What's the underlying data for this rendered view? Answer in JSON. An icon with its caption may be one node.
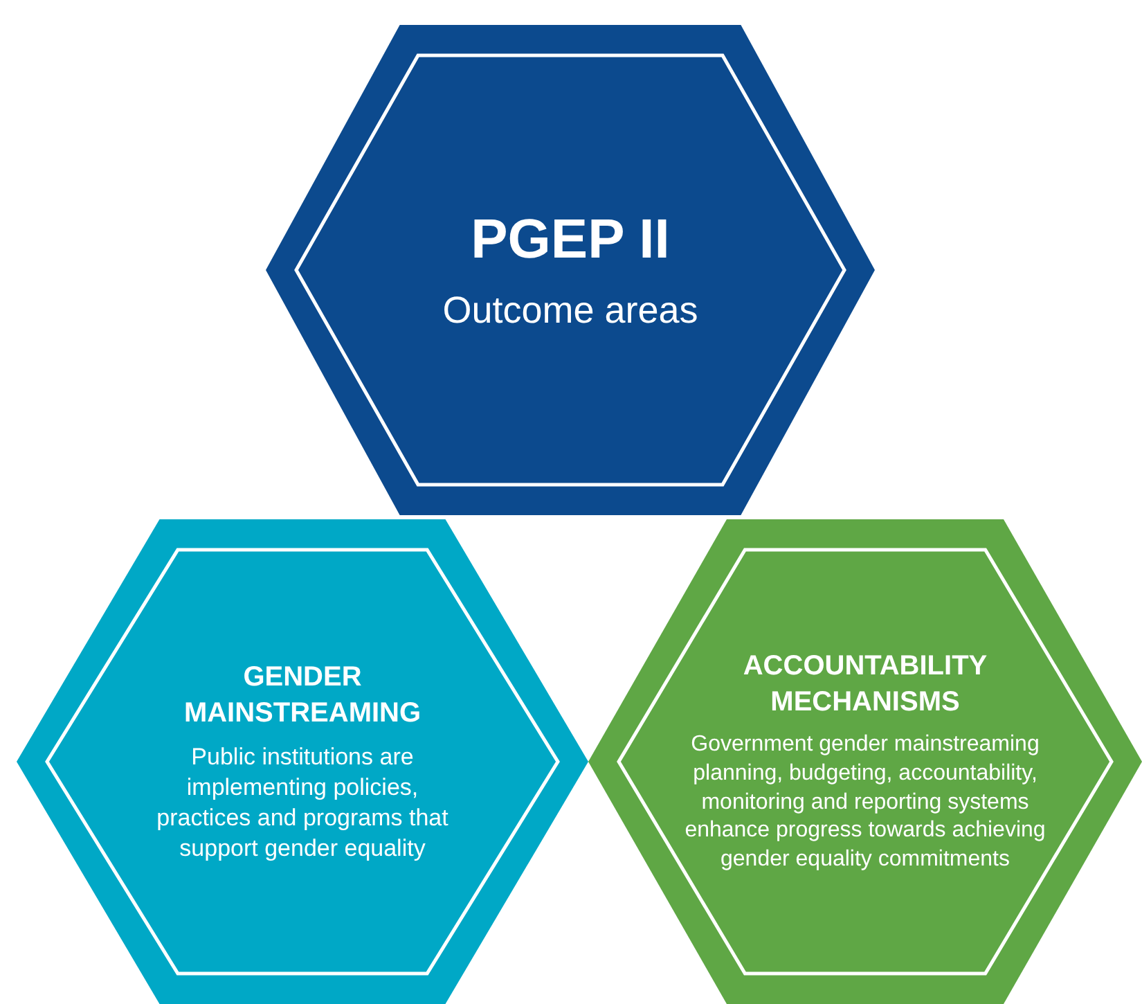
{
  "diagram": {
    "nodes": [
      {
        "text": [
          "PGEP II",
          "Outcome areas"
        ]
      },
      {
        "text": [
          "GENDER MAINSTREAMING",
          "Public institutions are implementing policies, practices and programs that support gender equality"
        ]
      },
      {
        "text": [
          "ACCOUNTABILITY MECHANISMS",
          "Government gender mainstreaming planning, budgeting, accountability, monitoring and reporting systems enhance progress towards achieving gender equality commitments"
        ]
      }
    ]
  }
}
